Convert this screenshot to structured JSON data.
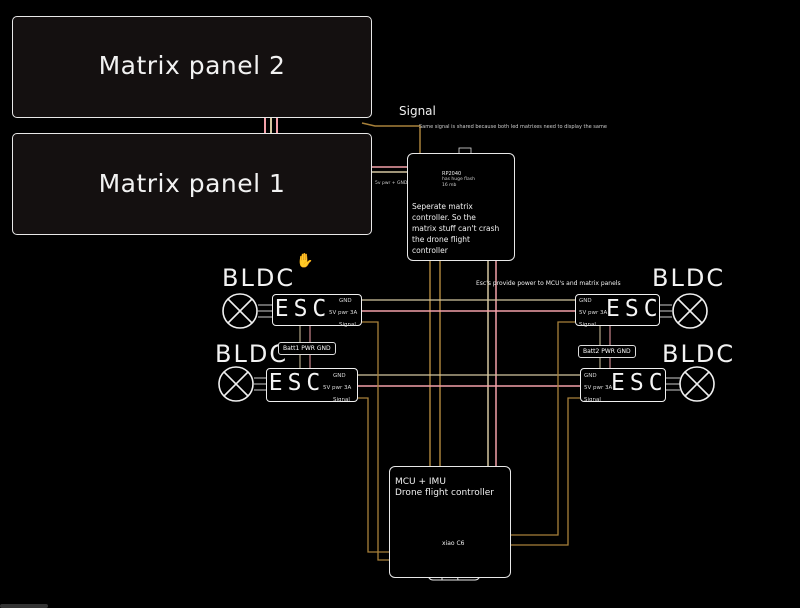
{
  "panels": [
    {
      "title": "Matrix panel 2"
    },
    {
      "title": "Matrix panel 1"
    }
  ],
  "signal": {
    "label": "Signal",
    "note": "Same signal is shared because both led matrixes need to display the same"
  },
  "power_note_small": "5v pwr + GND",
  "matrix_controller": {
    "chip": "RP2040",
    "chip_detail_1": "has huge flash",
    "chip_detail_2": "16 mb",
    "description": [
      "Seperate matrix",
      "controller. So the",
      "matrix stuff can't crash",
      "the drone flight",
      "controller"
    ]
  },
  "esc_note": "Esc's provide power to MCU's and matrix panels",
  "motors": [
    {
      "label": "BLDC"
    },
    {
      "label": "BLDC"
    },
    {
      "label": "BLDC"
    },
    {
      "label": "BLDC"
    }
  ],
  "escs": [
    {
      "label": "ESC",
      "pins": [
        "GND",
        "5V pwr 3A",
        "Signal"
      ]
    },
    {
      "label": "ESC",
      "pins": [
        "GND",
        "5V pwr 3A",
        "Signal"
      ]
    },
    {
      "label": "ESC",
      "pins": [
        "GND",
        "5V pwr 3A",
        "Signal"
      ]
    },
    {
      "label": "ESC",
      "pins": [
        "GND",
        "5V pwr 3A",
        "Signal"
      ]
    }
  ],
  "batteries": [
    {
      "label": "Batt1 PWR GND"
    },
    {
      "label": "Batt2 PWR GND"
    }
  ],
  "flight_controller": {
    "line1": "MCU + IMU",
    "line2": "Drone flight controller",
    "chip": "xiao C6"
  },
  "colors": {
    "signal_wire": "#a8813a",
    "power_wire": "#f2a0a8",
    "gnd_wire": "#d4c6a0",
    "outline": "#e8e8e8"
  }
}
